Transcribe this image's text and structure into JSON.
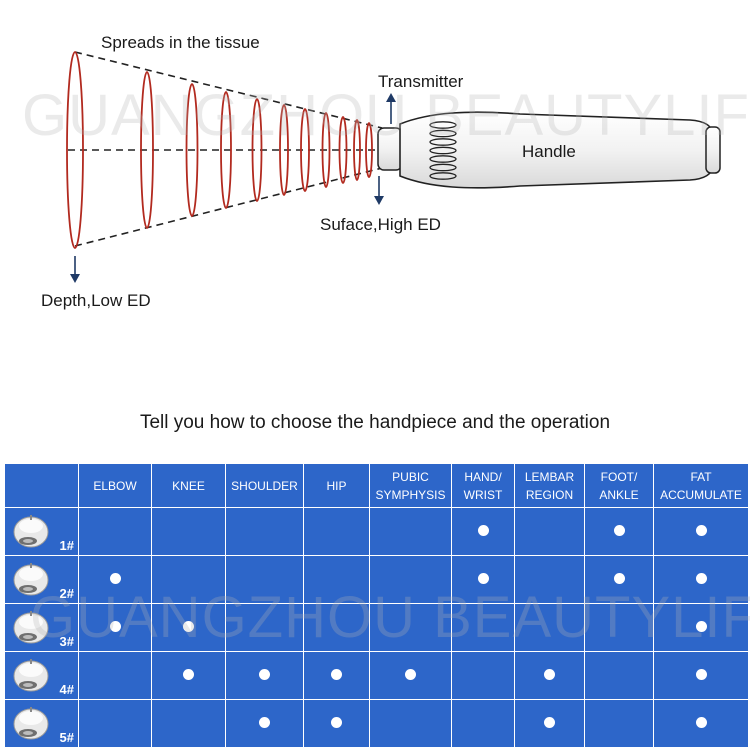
{
  "diagram": {
    "labels": {
      "spreads": "Spreads in the tissue",
      "transmitter": "Transmitter",
      "handle": "Handle",
      "surface": "Suface,High ED",
      "depth": "Depth,Low ED"
    },
    "wave_color": "#b22a1f"
  },
  "watermark": "GUANGZHOU BEAUTYLIFE",
  "heading": "Tell you how to choose the handpiece and the operation",
  "table": {
    "color": "#2d66c9",
    "columns": [
      [
        "ELBOW"
      ],
      [
        "KNEE"
      ],
      [
        "SHOULDER"
      ],
      [
        "HIP"
      ],
      [
        "PUBIC",
        "SYMPHYSIS"
      ],
      [
        "HAND/",
        "WRIST"
      ],
      [
        "LEMBAR",
        "REGION"
      ],
      [
        "FOOT/",
        "ANKLE"
      ],
      [
        "FAT",
        "ACCUMULATE"
      ]
    ],
    "rows": [
      {
        "label": "1#",
        "marks": [
          0,
          0,
          0,
          0,
          0,
          1,
          0,
          1,
          1
        ]
      },
      {
        "label": "2#",
        "marks": [
          1,
          0,
          0,
          0,
          0,
          1,
          0,
          1,
          1
        ]
      },
      {
        "label": "3#",
        "marks": [
          1,
          1,
          0,
          0,
          0,
          0,
          0,
          0,
          1
        ]
      },
      {
        "label": "4#",
        "marks": [
          0,
          1,
          1,
          1,
          1,
          0,
          1,
          0,
          1
        ]
      },
      {
        "label": "5#",
        "marks": [
          0,
          0,
          1,
          1,
          0,
          0,
          1,
          0,
          1
        ]
      }
    ]
  }
}
